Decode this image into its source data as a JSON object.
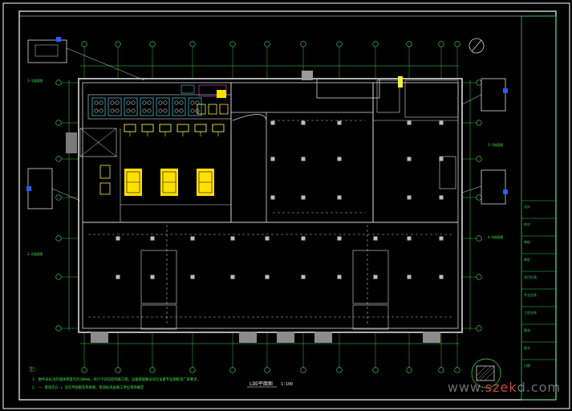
{
  "colors": {
    "background": "#000000",
    "frame": "#ffffff",
    "wall": "#d9d9d9",
    "axis_line": "#4de35a",
    "dimension": "#3fe34f",
    "equipment": "#f0f040",
    "equipment_fill": "#ffe000",
    "cyan": "#38d8e8",
    "magenta": "#e84ae8",
    "blue_marker": "#2a5cff",
    "title_block": "#2bd05e"
  },
  "drawing": {
    "plan_title": "LDD平面图",
    "plan_scale": "1:100",
    "notes_label": "注：",
    "note_1": "1. 图中未标注的墙体厚度均为200mm，柱尺寸详见结构施工图，设备基础做法详见设备专业图纸及厂家要求，",
    "note_2": "2.  ——  管道走向 ⊥ 详见平面图及系统图，管道标高由施工单位现场确定"
  },
  "details": {
    "left_top": "1—1剖面图",
    "left_mid": "2—2剖面图",
    "right_top": "3—3剖面图",
    "right_mid": "4—4剖面图"
  },
  "title_block": {
    "rows": [
      "设计",
      "校对",
      "审核",
      "审定",
      "项目负责",
      "专业负责",
      "工程名称",
      "图名",
      "图号",
      "日期"
    ]
  },
  "watermark": {
    "prefix": "www.",
    "highlight": "szek",
    "suffix": "d.com"
  }
}
